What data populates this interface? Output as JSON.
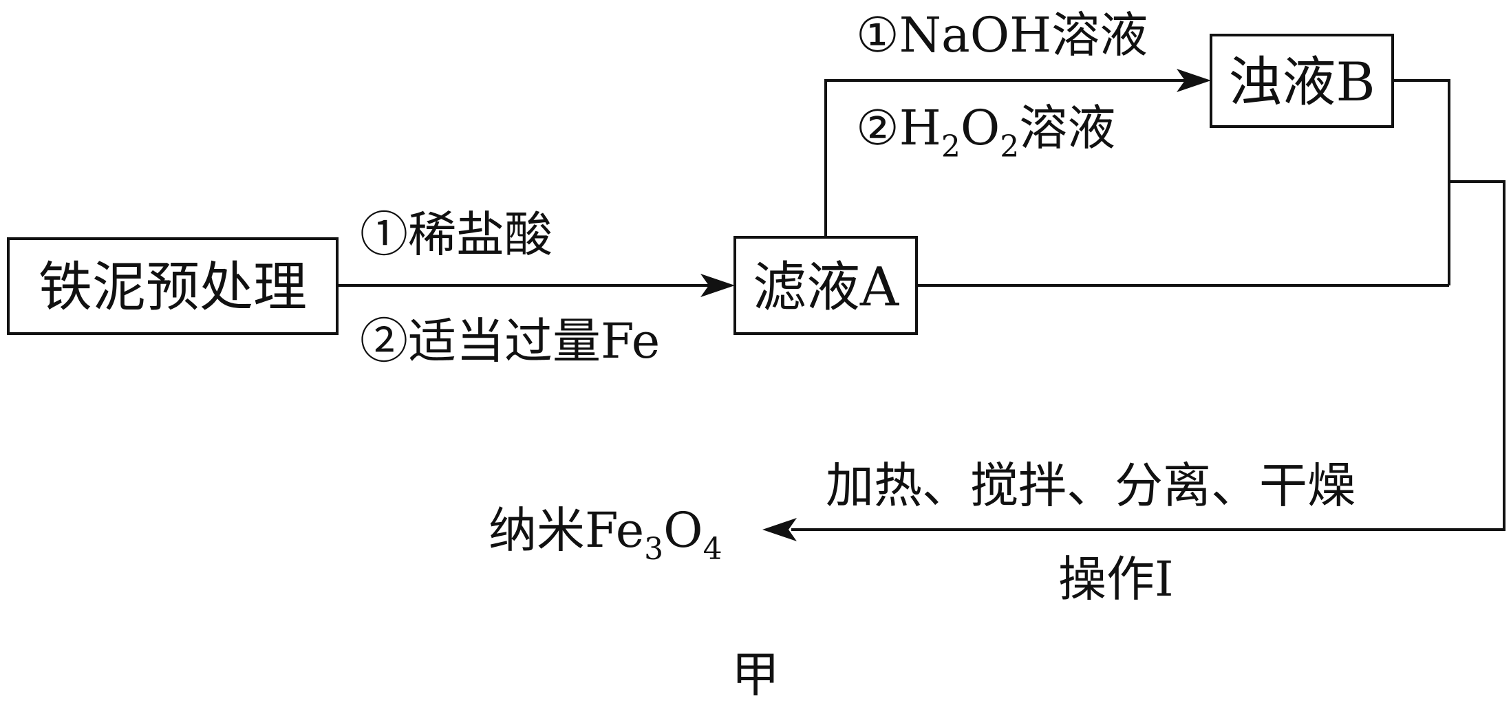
{
  "boxes": {
    "pretreat": "铁泥预处理",
    "filtrate_a": "滤液A",
    "turbid_b": "浊液B"
  },
  "steps": {
    "acid": "①稀盐酸",
    "iron": "②适当过量Fe",
    "naoh": "①NaOH溶液",
    "h2o2": {
      "circle": "②",
      "h": "H",
      "sub1": "2",
      "o": "O",
      "sub2": "2",
      "rest": "溶液"
    },
    "operation_steps": "加热、搅拌、分离、干燥",
    "operation_name": "操作Ⅰ"
  },
  "product": {
    "main": "纳米Fe",
    "sub1": "3",
    "o": "O",
    "sub2": "4"
  },
  "caption": "甲"
}
